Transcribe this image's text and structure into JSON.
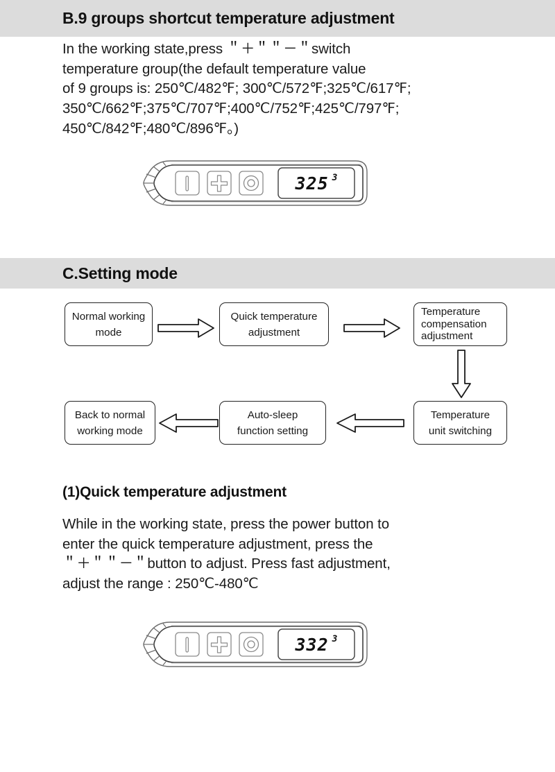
{
  "page": {
    "background_color": "#ffffff",
    "header_bar_color": "#dcdcdc",
    "text_color": "#1a1a1a"
  },
  "section_b": {
    "title": "B.9 groups shortcut temperature adjustment",
    "body": "In the working state,press ＂＋＂＂－＂switch\ntemperature group(the default temperature value\nof 9 groups is: 250℃/482℉; 300℃/572℉;325℃/617℉;\n350℃/662℉;375℃/707℉;400℃/752℉;425℃/797℉;\n450℃/842℉;480℃/896℉。)",
    "temperature_groups": [
      {
        "celsius": "250℃",
        "fahrenheit": "482℉"
      },
      {
        "celsius": "300℃",
        "fahrenheit": "572℉"
      },
      {
        "celsius": "325℃",
        "fahrenheit": "617℉"
      },
      {
        "celsius": "350℃",
        "fahrenheit": "662℉"
      },
      {
        "celsius": "375℃",
        "fahrenheit": "707℉"
      },
      {
        "celsius": "400℃",
        "fahrenheit": "752℉"
      },
      {
        "celsius": "425℃",
        "fahrenheit": "797℉"
      },
      {
        "celsius": "450℃",
        "fahrenheit": "842℉"
      },
      {
        "celsius": "480℃",
        "fahrenheit": "896℉"
      }
    ],
    "device": {
      "display_value": "325",
      "display_superscript": "3",
      "buttons": [
        "power-bar-button",
        "plus-button",
        "circle-button"
      ]
    }
  },
  "section_c": {
    "title": "C.Setting mode",
    "flow": {
      "boxes": [
        {
          "id": "normal-working-mode",
          "lines": [
            "Normal working",
            "mode"
          ]
        },
        {
          "id": "quick-temp-adjust",
          "lines": [
            "Quick temperature",
            "adjustment"
          ]
        },
        {
          "id": "temp-compensation",
          "lines": [
            "Temperature",
            "compensation",
            "adjustment"
          ]
        },
        {
          "id": "temp-unit-switching",
          "lines": [
            "Temperature",
            "unit switching"
          ]
        },
        {
          "id": "auto-sleep-setting",
          "lines": [
            "Auto-sleep",
            "function setting"
          ]
        },
        {
          "id": "back-to-normal",
          "lines": [
            "Back to normal",
            "working mode"
          ]
        }
      ],
      "arrows": [
        {
          "id": "arrow-1",
          "direction": "right"
        },
        {
          "id": "arrow-2",
          "direction": "right"
        },
        {
          "id": "arrow-3",
          "direction": "down"
        },
        {
          "id": "arrow-4",
          "direction": "left"
        },
        {
          "id": "arrow-5",
          "direction": "left"
        }
      ]
    },
    "quick_adjust": {
      "heading": "(1)Quick temperature adjustment",
      "body": "While in the working state, press the power button to\nenter the quick temperature adjustment, press the\n＂＋＂＂－＂button to adjust. Press fast adjustment,\nadjust the range : 250℃-480℃",
      "range_min": "250℃",
      "range_max": "480℃",
      "device": {
        "display_value": "332",
        "display_superscript": "3",
        "buttons": [
          "power-bar-button",
          "plus-button",
          "circle-button"
        ]
      }
    }
  }
}
